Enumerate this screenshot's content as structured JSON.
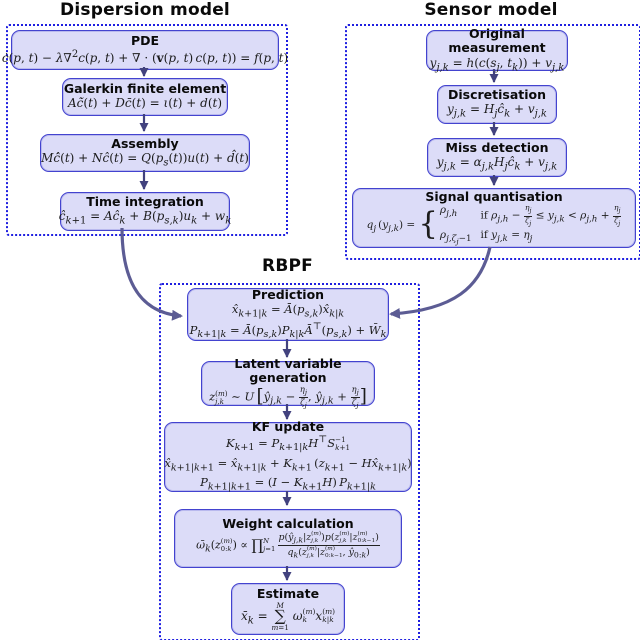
{
  "colors": {
    "node_fill": "#dcdcf8",
    "node_border": "#4343cf",
    "container_dotted_border": "#1f1fe0",
    "straight_arrow": "#42427e",
    "curved_arrow": "#5c5c94",
    "text": "#0a0a0a"
  },
  "sections": {
    "dispersion": {
      "title": "Dispersion model",
      "nodes": [
        {
          "title": "PDE",
          "formula": "<i>ċ</i>(<i>p</i>, <i>t</i>) − <i>λ</i>∇<sup>2</sup><i>c</i>(<i>p</i>, <i>t</i>) + ∇ · (<b>v</b>(<i>p</i>, <i>t</i>)&thinsp;<i>c</i>(<i>p</i>, <i>t</i>)) = <i>f</i>(<i>p</i>, <i>t</i>)"
        },
        {
          "title": "Galerkin finite element",
          "formula": "<i>A</i><i>c̃̇</i>(<i>t</i>) + <i>D</i><i>c̄</i>(<i>t</i>) = <i>ι</i>(<i>t</i>) + <i>d</i>(<i>t</i>)"
        },
        {
          "title": "Assembly",
          "formula": "<i>M</i><i>ĉ̇</i>(<i>t</i>) + <i>N</i><i>ĉ</i>(<i>t</i>) = <i>Q</i>(<i>p</i><sub><i>s</i></sub>(<i>t</i>))<i>u</i>(<i>t</i>) + <i>d̂</i>(<i>t</i>)"
        },
        {
          "title": "Time integration",
          "formula": "<i>ĉ</i><sub><i>k</i>+1</sub> = <i>A</i><i>ĉ</i><sub><i>k</i></sub> + <i>B</i>(<i>p</i><sub><i>s,k</i></sub>)<i>u</i><sub><i>k</i></sub> + <i>w</i><sub><i>k</i></sub>"
        }
      ]
    },
    "sensor": {
      "title": "Sensor model",
      "nodes": [
        {
          "title": "Original measurement",
          "formula": "<i>y</i><sub><i>j,k</i></sub> = <i>h</i>(<i>c</i>(<i>s</i><sub><i>j</i></sub>, <i>t</i><sub><i>k</i></sub>)) + <i>v</i><sub><i>j,k</i></sub>"
        },
        {
          "title": "Discretisation",
          "formula": "<i>y</i><sub><i>j,k</i></sub> = <i>H</i><sub><i>j</i></sub><i>ĉ</i><sub><i>k</i></sub> + <i>v</i><sub><i>j,k</i></sub>"
        },
        {
          "title": "Miss detection",
          "formula": "<i>y</i><sub><i>j,k</i></sub> = <i>α</i><sub><i>j,k</i></sub><i>H</i><sub><i>j</i></sub><i>ĉ</i><sub><i>k</i></sub> + <i>v</i><sub><i>j,k</i></sub>"
        },
        {
          "title": "Signal quantisation",
          "formula": "<i>q</i><sub><i>j</i></sub>&thinsp;(<i>y</i><sub><i>j,k</i></sub>) = <span class='brace'>{</span><span class='cases'><span><i>ρ</i><sub><i>j,h</i></sub></span><span><span class='up'>if </span><i>ρ</i><sub><i>j,h</i></sub> − <span class='frac'><span class='ft'><i>η</i><sub><i>j</i></sub></span><span class='fb'><i>ζ</i><sub><i>j</i></sub></span></span> ≤ <i>y</i><sub><i>j,k</i></sub> &lt; <i>ρ</i><sub><i>j,h</i></sub> + <span class='frac'><span class='ft'><i>η</i><sub><i>j</i></sub></span><span class='fb'><i>ζ</i><sub><i>j</i></sub></span></span></span><span><i>ρ</i><sub><i>j,ζ</i><sub><i>j</i></sub>−1</sub></span><span><span class='up'>if </span><i>y</i><sub><i>j,k</i></sub> = <i>η</i><sub><i>j</i></sub></span></span>"
        }
      ]
    },
    "rbpf": {
      "title": "RBPF",
      "nodes": [
        {
          "title": "Prediction",
          "formula": "<i>x̂</i><sub><i>k</i>+1|<i>k</i></sub> = <i>Ā</i>(<i>p</i><sub><i>s,k</i></sub>)<i>x̂</i><sub><i>k</i>|<i>k</i></sub><br><i>P</i><sub><i>k</i>+1|<i>k</i></sub> = <i>Ā</i>(<i>p</i><sub><i>s,k</i></sub>)<i>P</i><sub><i>k</i>|<i>k</i></sub><i>Ā</i><sup>⊤</sup>(<i>p</i><sub><i>s,k</i></sub>) + <i>W̄</i><sub><i>k</i></sub>"
        },
        {
          "title": "Latent variable generation",
          "formula": "<i>z</i><span class='ss'><span>(<i>m</i>)</span><span><i>j,k</i></span></span> ∼ <i>U</i>&thinsp;<span class='big'>[</span><i>ŷ</i><sub><i>j,k</i></sub> − <span class='frac'><span class='ft'><i>η</i><sub><i>j</i></sub></span><span class='fb'><i>ζ</i><sub><i>j</i></sub></span></span>, <i>ŷ</i><sub><i>j,k</i></sub> + <span class='frac'><span class='ft'><i>η</i><sub><i>j</i></sub></span><span class='fb'><i>ζ</i><sub><i>j</i></sub></span></span><span class='big'>]</span>"
        },
        {
          "title": "KF update",
          "formula": "<i>K</i><sub><i>k</i>+1</sub> = <i>P</i><sub><i>k</i>+1|<i>k</i></sub><i>H</i><sup>⊤</sup><i>S</i><span class='ss'><span>−1</span><span><i>k</i>+1</span></span><br><i>x̂</i><sub><i>k</i>+1|<i>k</i>+1</sub> = <i>x̂</i><sub><i>k</i>+1|<i>k</i></sub> + <i>K</i><sub><i>k</i>+1</sub>&thinsp;(<i>z</i><sub><i>k</i>+1</sub> − <i>H</i><i>x̂</i><sub><i>k</i>+1|<i>k</i></sub>)<br><i>P</i><sub><i>k</i>+1|<i>k</i>+1</sub> = (<i>I</i> − <i>K</i><sub><i>k</i>+1</sub><i>H</i>)&thinsp;<i>P</i><sub><i>k</i>+1|<i>k</i></sub>"
        },
        {
          "title": "Weight calculation",
          "formula": "<i>ω̄</i><sub><i>k</i></sub>(<i>z</i><span class='ss'><span>(<i>m</i>)</span><span>0:<i>k</i></span></span>) ∝ <span class='op'>∏</span><span class='ss'><span><i>N</i></span><span><i>j</i>=1</span></span>&thinsp;<span class='frac bigf'><span class='ft'><i>p</i>(<i>ŷ</i><sub><i>j,k</i></sub>|<i>z</i><span class='ss'><span>(<i>m</i>)</span><span><i>j,k</i></span></span>)<i>p</i>(<i>z</i><span class='ss'><span>(<i>m</i>)</span><span><i>j,k</i></span></span>|<i>z</i><span class='ss'><span>(<i>m</i>)</span><span>0:<i>k</i>−1</span></span>)</span><span class='fb'><i>q</i><sub><i>k</i></sub>(<i>z</i><span class='ss'><span>(<i>m</i>)</span><span><i>j,k</i></span></span>|<i>z</i><span class='ss'><span>(<i>m</i>)</span><span>0:<i>k</i>−1</span></span>, <i>ŷ</i><sub>0:<i>k</i></sub>)</span></span>"
        },
        {
          "title": "Estimate",
          "formula": "<i>x̄</i><sub><i>k</i></sub> = <span class='lim'><span class='t'><i>M</i></span><span class='o'>∑</span><span class='b'><i>m</i>=1</span></span> <i>ω</i><span class='ss'><span>(<i>m</i>)</span><span><i>k</i></span></span><i>x</i><span class='ss'><span>(<i>m</i>)</span><span><i>k</i>|<i>k</i></span></span>"
        }
      ]
    }
  }
}
